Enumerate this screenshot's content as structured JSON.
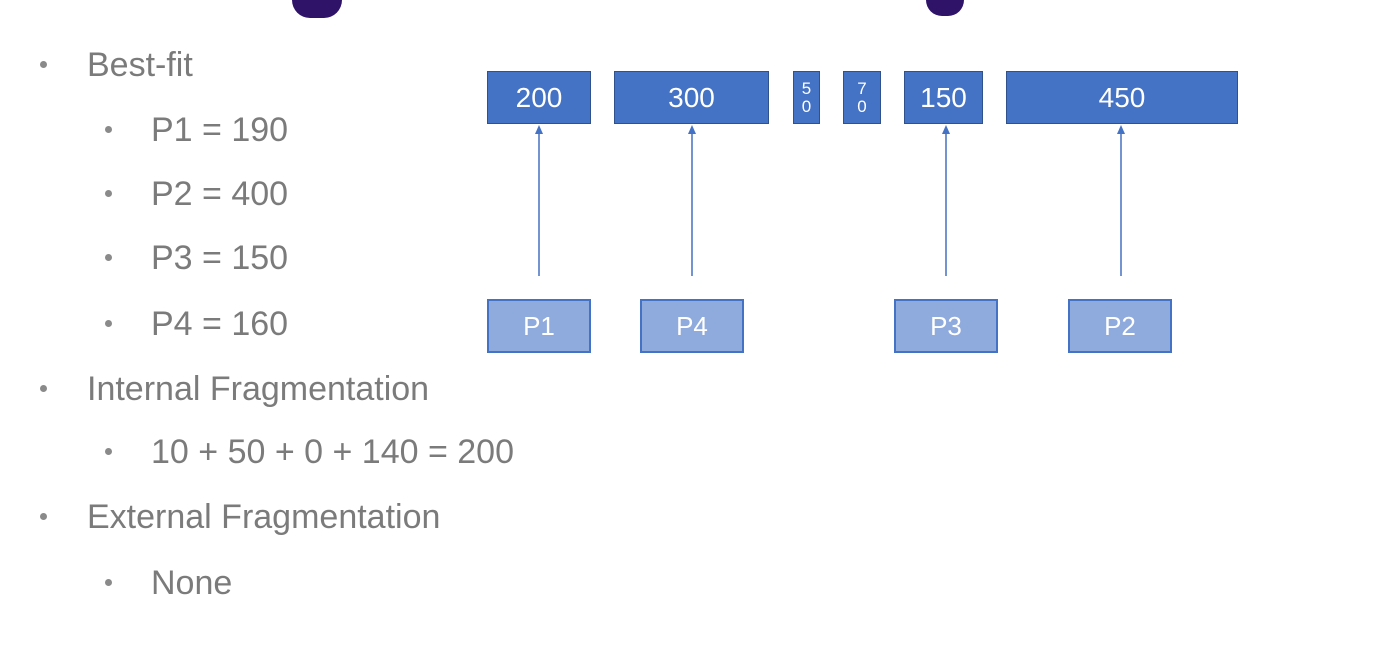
{
  "bullets": [
    {
      "level": 1,
      "text": "Best-fit"
    },
    {
      "level": 2,
      "text": "P1 = 190"
    },
    {
      "level": 2,
      "text": "P2 = 400"
    },
    {
      "level": 2,
      "text": "P3 = 150"
    },
    {
      "level": 2,
      "text": "P4 = 160"
    },
    {
      "level": 1,
      "text": "Internal Fragmentation"
    },
    {
      "level": 2,
      "text": "10 + 50 + 0 + 140 = 200"
    },
    {
      "level": 1,
      "text": "External Fragmentation"
    },
    {
      "level": 2,
      "text": "None"
    }
  ],
  "memory_blocks": [
    {
      "label": "200"
    },
    {
      "label": "300"
    },
    {
      "label": "50",
      "stacked": [
        "5",
        "0"
      ]
    },
    {
      "label": "70",
      "stacked": [
        "7",
        "0"
      ]
    },
    {
      "label": "150"
    },
    {
      "label": "450"
    }
  ],
  "processes": [
    {
      "label": "P1",
      "target_block": "200"
    },
    {
      "label": "P4",
      "target_block": "300"
    },
    {
      "label": "P3",
      "target_block": "150"
    },
    {
      "label": "P2",
      "target_block": "450"
    }
  ],
  "colors": {
    "title": "#2e1368",
    "memory_fill": "#4472c4",
    "process_fill": "#8faadc",
    "arrow": "#4472c4",
    "bullet_text": "#7b7b7b"
  }
}
